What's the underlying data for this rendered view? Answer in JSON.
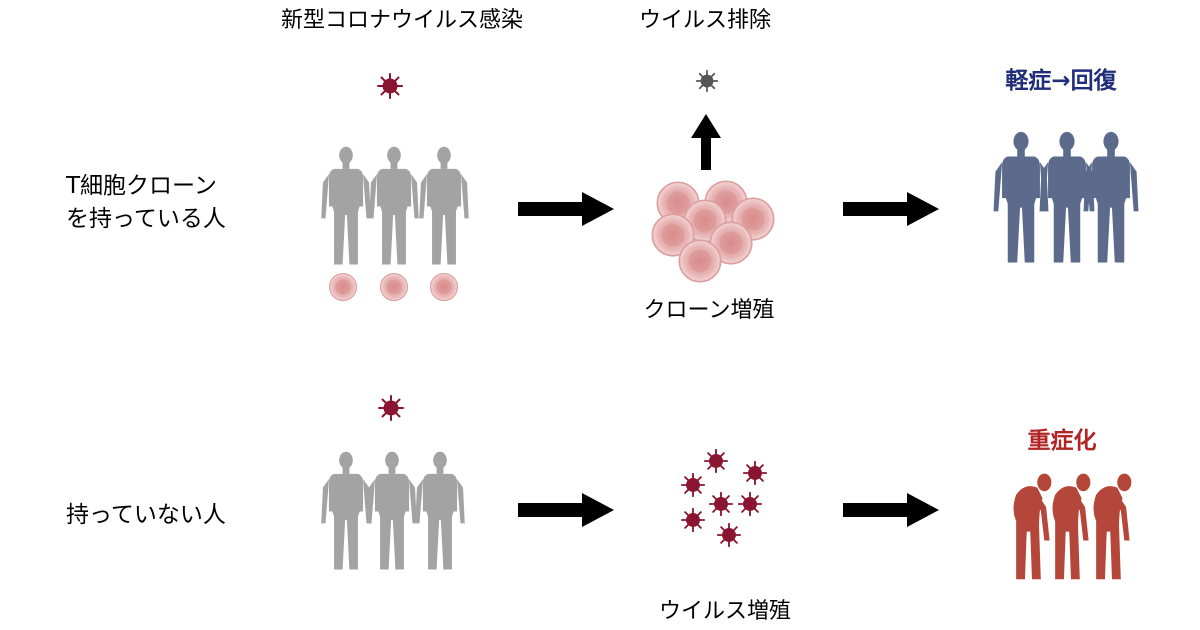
{
  "headers": {
    "infection": "新型コロナウイルス感染",
    "virus_elimination": "ウイルス排除"
  },
  "row_with_clone": {
    "label_line1": "T細胞クローン",
    "label_line2": "を持っている人",
    "middle_caption": "クローン増殖",
    "outcome": "軽症→回復"
  },
  "row_without_clone": {
    "label": "持っていない人",
    "middle_caption": "ウイルス増殖",
    "outcome": "重症化"
  },
  "colors": {
    "text": "#000000",
    "mild_outcome": "#1f2d7a",
    "severe_outcome": "#b22525",
    "virus": "#8a1530",
    "virus_eliminated": "#555555",
    "tcell_fill": "#e8b4b4",
    "tcell_stroke": "#d48a8a",
    "human_gray": "#a3a3a3",
    "human_recovered": "#5c6a8c",
    "human_severe": "#b5473a",
    "arrow": "#000000"
  },
  "icons": {
    "virus": "coronavirus-icon",
    "tcell": "t-cell-icon",
    "human": "human-figure-icon",
    "arrow": "right-arrow-icon"
  }
}
